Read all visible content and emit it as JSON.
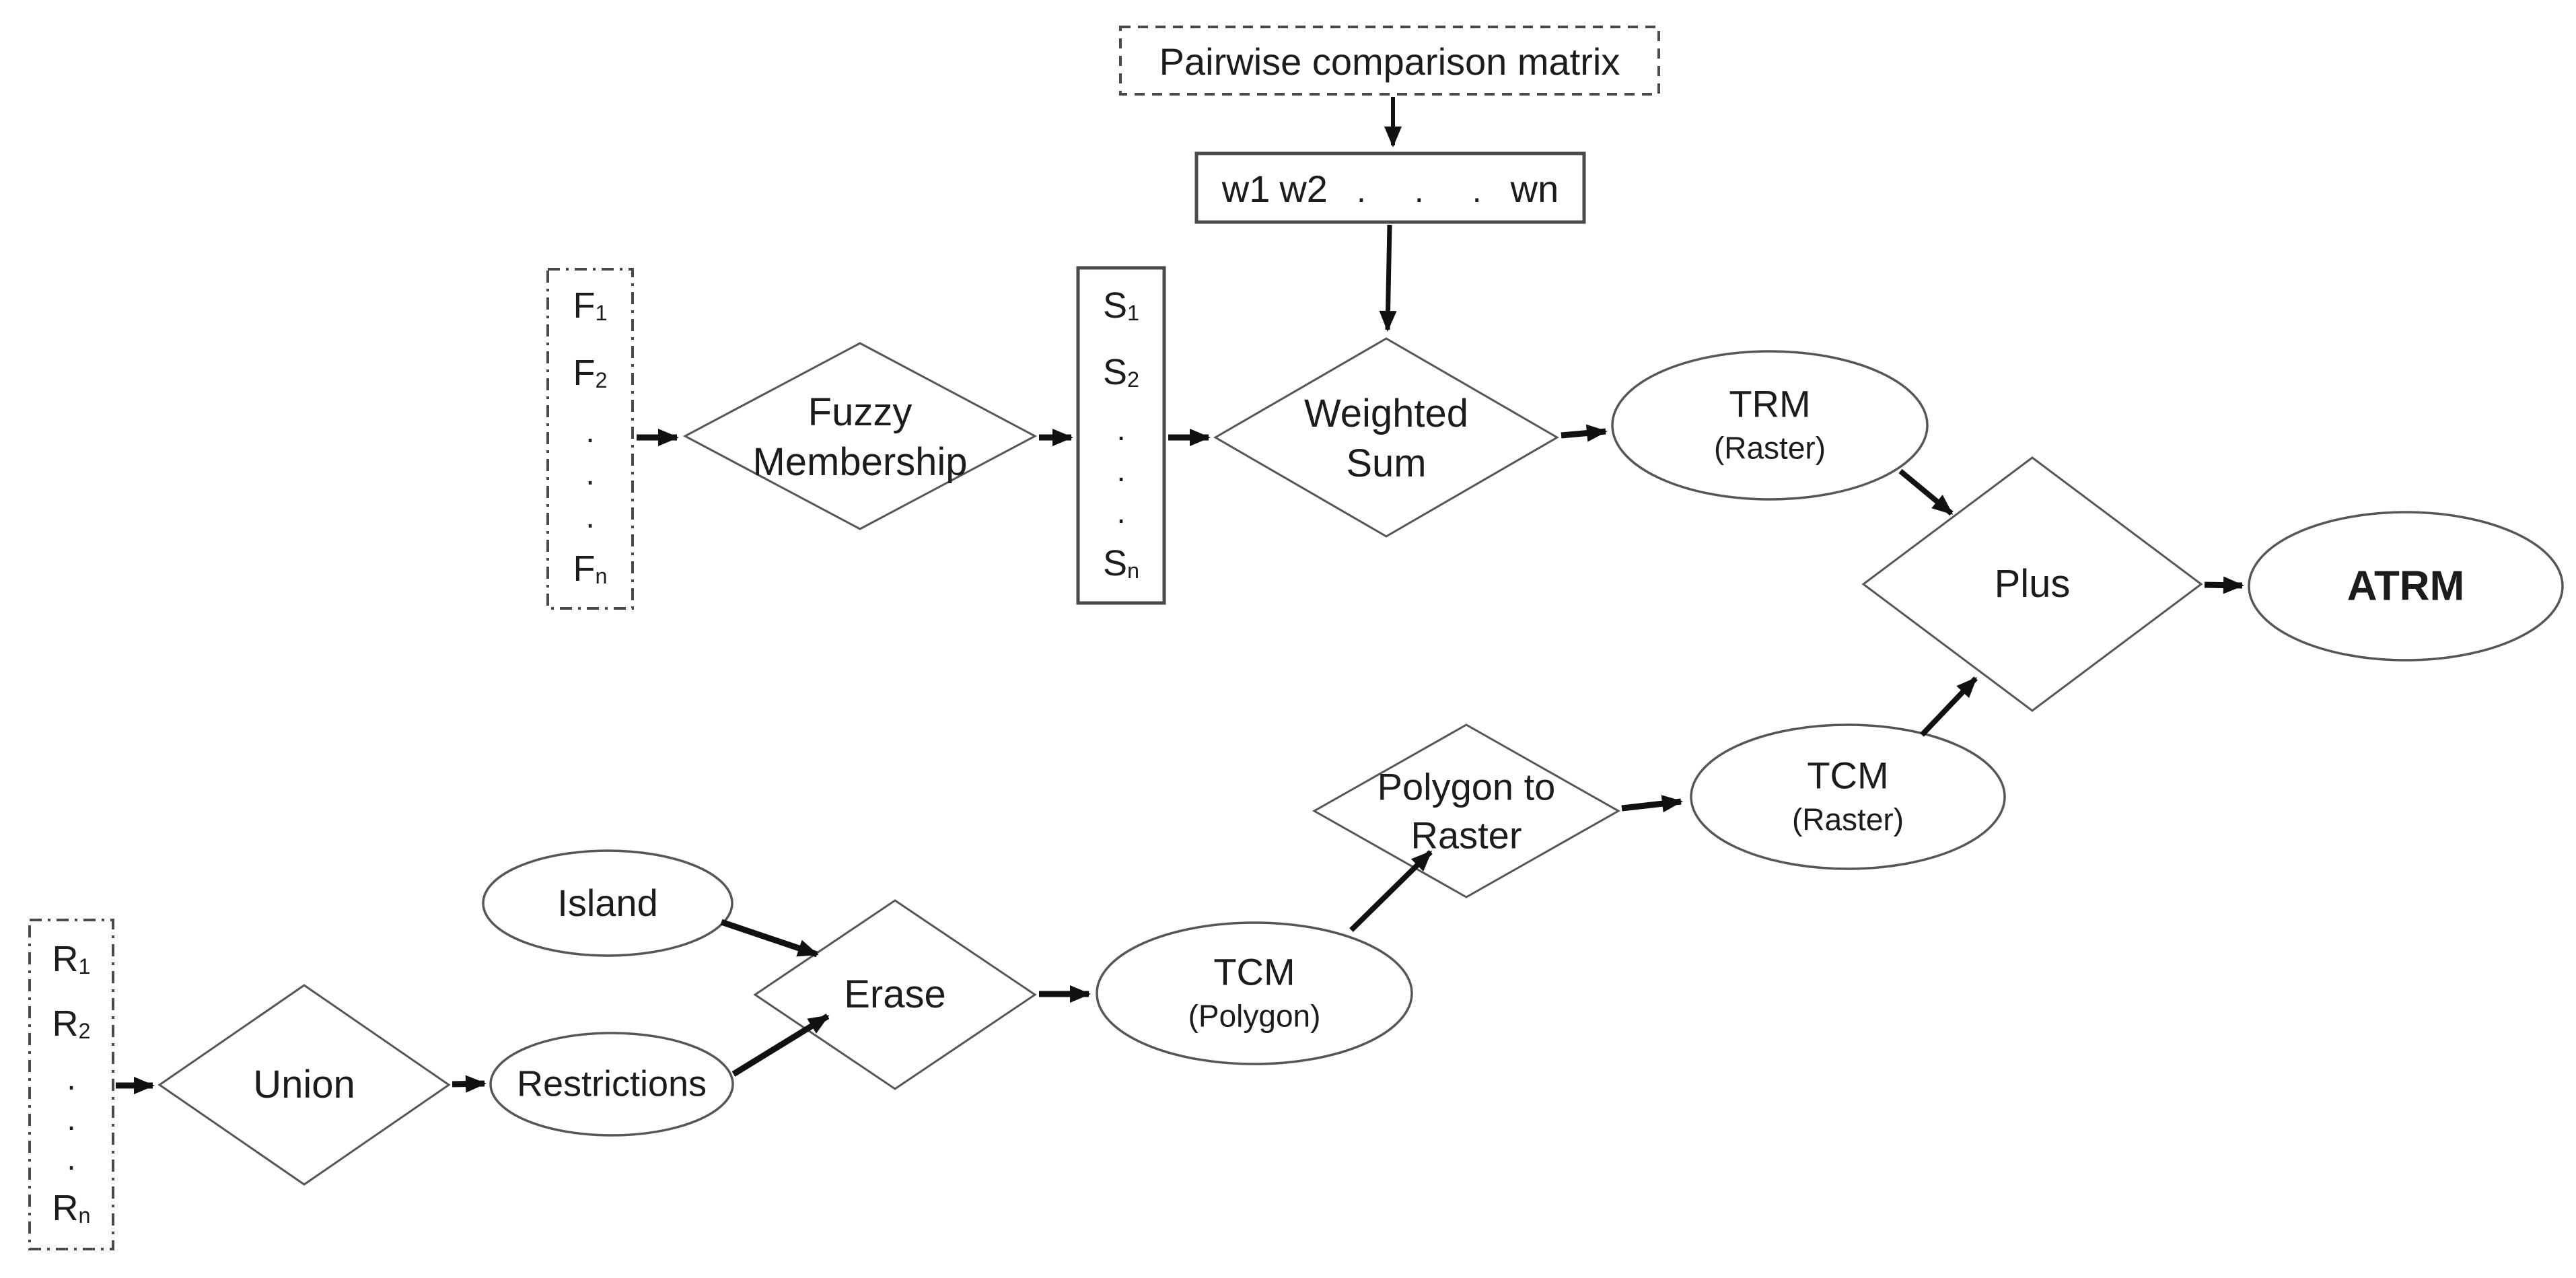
{
  "diagram": {
    "title_semantics": "Flowchart of fuzzy AHP suitability model combining weighted factor rasters with constraint polygons",
    "colors": {
      "background": "#ffffff",
      "shape_stroke": "#565656",
      "box_stroke": "#4a4a4a",
      "arrow": "#111111",
      "text": "#1c1c1c"
    },
    "nodes": {
      "pairwise_box": {
        "label": "Pairwise comparison matrix"
      },
      "weights_box": {
        "parts": [
          "w1",
          "w2",
          ".",
          ".",
          ".",
          "wn"
        ]
      },
      "factors_box": {
        "items": [
          {
            "t": "F",
            "s": "1"
          },
          {
            "t": "F",
            "s": "2"
          },
          {
            "t": ".",
            "s": ""
          },
          {
            "t": ".",
            "s": ""
          },
          {
            "t": ".",
            "s": ""
          },
          {
            "t": "F",
            "s": "n"
          }
        ]
      },
      "scores_box": {
        "items": [
          {
            "t": "S",
            "s": "1"
          },
          {
            "t": "S",
            "s": "2"
          },
          {
            "t": ".",
            "s": ""
          },
          {
            "t": ".",
            "s": ""
          },
          {
            "t": ".",
            "s": ""
          },
          {
            "t": "S",
            "s": "n"
          }
        ]
      },
      "restriction_layers_box": {
        "items": [
          {
            "t": "R",
            "s": "1"
          },
          {
            "t": "R",
            "s": "2"
          },
          {
            "t": ".",
            "s": ""
          },
          {
            "t": ".",
            "s": ""
          },
          {
            "t": ".",
            "s": ""
          },
          {
            "t": "R",
            "s": "n"
          }
        ]
      },
      "fuzzy_membership": {
        "line1": "Fuzzy",
        "line2": "Membership"
      },
      "weighted_sum": {
        "line1": "Weighted",
        "line2": "Sum"
      },
      "trm": {
        "line1": "TRM",
        "line2": "(Raster)"
      },
      "plus": {
        "label": "Plus"
      },
      "atrm": {
        "label": "ATRM"
      },
      "union": {
        "label": "Union"
      },
      "island": {
        "label": "Island"
      },
      "restrictions": {
        "label": "Restrictions"
      },
      "erase": {
        "label": "Erase"
      },
      "tcm_polygon": {
        "line1": "TCM",
        "line2": "(Polygon)"
      },
      "polygon_to_raster": {
        "line1": "Polygon to",
        "line2": "Raster"
      },
      "tcm_raster": {
        "line1": "TCM",
        "line2": "(Raster)"
      }
    },
    "edges": [
      {
        "from": "pairwise_box",
        "to": "weights_box"
      },
      {
        "from": "weights_box",
        "to": "weighted_sum"
      },
      {
        "from": "factors_box",
        "to": "fuzzy_membership"
      },
      {
        "from": "fuzzy_membership",
        "to": "scores_box"
      },
      {
        "from": "scores_box",
        "to": "weighted_sum"
      },
      {
        "from": "weighted_sum",
        "to": "trm"
      },
      {
        "from": "trm",
        "to": "plus"
      },
      {
        "from": "plus",
        "to": "atrm"
      },
      {
        "from": "restriction_layers_box",
        "to": "union"
      },
      {
        "from": "union",
        "to": "restrictions"
      },
      {
        "from": "island",
        "to": "erase"
      },
      {
        "from": "restrictions",
        "to": "erase"
      },
      {
        "from": "erase",
        "to": "tcm_polygon"
      },
      {
        "from": "tcm_polygon",
        "to": "polygon_to_raster"
      },
      {
        "from": "polygon_to_raster",
        "to": "tcm_raster"
      },
      {
        "from": "tcm_raster",
        "to": "plus"
      }
    ]
  }
}
